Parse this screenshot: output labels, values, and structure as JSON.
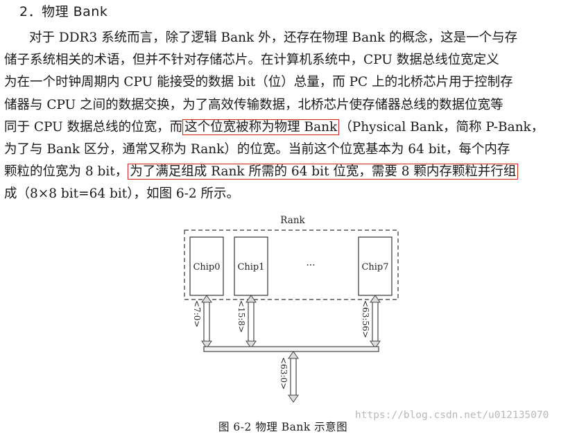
{
  "section": {
    "heading": "2．物理 Bank"
  },
  "paragraph": {
    "line0": "对于 DDR3 系统而言，除了逻辑 Bank 外，还存在物理 Bank 的概念，这是一个与存",
    "line1": "储子系统相关的术语，但并不针对存储芯片。在计算机系统中，CPU 数据总线位宽定义",
    "line2": "为在一个时钟周期内 CPU 能接受的数据 bit（位）总量，而 PC 上的北桥芯片用于控制存",
    "line3": "储器与 CPU 之间的数据交换，为了高效传输数据，北桥芯片使存储器总线的数据位宽等",
    "line4_pre": "同于 CPU 数据总线的位宽，而",
    "line4_hl": "这个位宽被称为物理 Bank",
    "line4_post": "（Physical Bank，简称 P-Bank，",
    "line5": "为了与 Bank 区分，通常又称为 Rank）的位宽。当前这个位宽基本为 64 bit，每个内存",
    "line6_pre": "颗粒的位宽为 8 bit，",
    "line6_hl": "为了满足组成 Rank 所需的 64 bit 位宽，需要 8 颗内存颗粒并行组",
    "line7": "成（8×8 bit=64 bit），如图 6-2 所示。"
  },
  "diagram": {
    "rank_label": "Rank",
    "chips": [
      "Chip0",
      "Chip1",
      "Chip7"
    ],
    "ellipsis": "···",
    "bus_labels": [
      "<7:0>",
      "<15:8>",
      "<63:56>"
    ],
    "main_bus_label": "<63:0>"
  },
  "figure": {
    "caption": "图 6-2   物理 Bank 示意图"
  },
  "watermark": "https://blog.csdn.net/u012135070"
}
